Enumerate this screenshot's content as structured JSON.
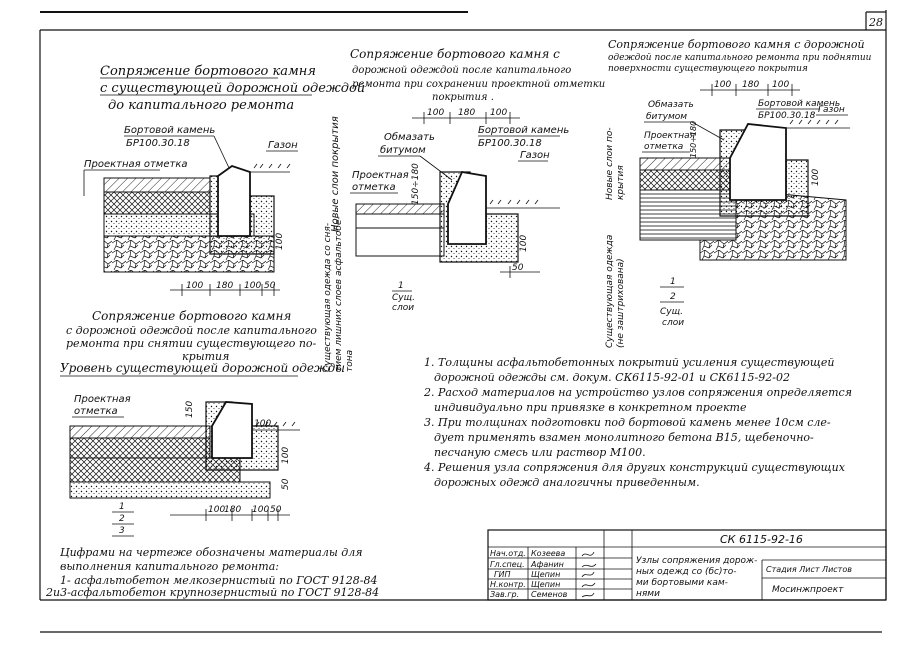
{
  "sheet": {
    "page_number": "28",
    "drawing_code": "СК 6115-92-16"
  },
  "details": {
    "d1": {
      "title": [
        "Сопряжение бортового камня",
        "с существующей дорожной одеждой",
        "до капитального ремонта"
      ],
      "curb": [
        "Бортовой камень",
        "БР100.30.18"
      ],
      "lawn": "Газон",
      "design_mark": "Проектная отметка",
      "new_layers": "Новые слои покрытия",
      "dims_bottom": [
        "100",
        "180",
        "100",
        "50"
      ],
      "dim_v": "100"
    },
    "d2": {
      "title": [
        "Сопряжение бортового камня с",
        "дорожной одеждой после капитального",
        "ремонта при сохранении проектной отметки",
        "покрытия ."
      ],
      "bitumen": [
        "Обмазать",
        "битумом"
      ],
      "curb": [
        "Бортовой камень",
        "БР100.30.18"
      ],
      "lawn": "Газон",
      "design_mark": [
        "Проектная",
        "отметка"
      ],
      "dims_top": [
        "100",
        "180",
        "100"
      ],
      "dim_150": "150÷180",
      "dim_v": "100",
      "dim_50": "50",
      "existing_side": [
        "Существующая одежда со сня-",
        "тием лишних слоев асфальтобе-",
        "тона"
      ],
      "layers": [
        "1",
        "Сущ.",
        "слои"
      ]
    },
    "d3": {
      "title": [
        "Сопряжение бортового камня с дорожной",
        "одеждой после капитального ремонта при поднятии",
        "поверхности существующего покрытия"
      ],
      "bitumen": [
        "Обмазать",
        "битумом"
      ],
      "curb": [
        "Бортовой камень",
        "БР100.30.18"
      ],
      "lawn": "Газон",
      "design_mark": [
        "Проектная",
        "отметка"
      ],
      "new_layers": [
        "Новые слои по-",
        "крытия"
      ],
      "existing": [
        "Существующая одежда",
        "(не заштрихована)"
      ],
      "dims_top": [
        "100",
        "180",
        "100"
      ],
      "dim_150": "150÷180",
      "dim_v": "100",
      "layers": [
        "1",
        "2",
        "Сущ.",
        "слои"
      ]
    },
    "d4": {
      "title": [
        "Сопряжение бортового камня",
        "с дорожной одеждой после капитального",
        "ремонта при снятии существующего по-",
        "крытия"
      ],
      "level": "Уровень существующей дорожной одежды",
      "design_mark": [
        "Проектная",
        "отметка"
      ],
      "dims_bottom": [
        "100",
        "180",
        "100",
        "50"
      ],
      "dim_150": "150",
      "dim_100": "100",
      "dim_v": "100",
      "dim_50": "50",
      "layers": [
        "1",
        "2",
        "3"
      ]
    }
  },
  "notes": [
    [
      "1. Толщины асфальтобетонных покрытий усиления существующей",
      "дорожной одежды см. докум. СК6115-92-01 и СК6115-92-02"
    ],
    [
      "2. Расход материалов на устройство узлов сопряжения определяется",
      "индивидуально при привязке в конкретном проекте"
    ],
    [
      "3. При толщинах подготовки под бортовой камень менее 10см сле-",
      "дует применять взамен монолитного бетона В15, щебеночно-",
      "песчаную смесь или раствор  М100."
    ],
    [
      "4. Решения узла сопряжения для других конструкций существующих",
      "дорожных одежд аналогичны приведенным."
    ]
  ],
  "legend": [
    "Цифрами на чертеже обозначены материалы для",
    "выполнения капитального ремонта:",
    "1- асфальтобетон мелкозернистый по ГОСТ 9128-84",
    "2и3-асфальтобетон крупнозернистый по ГОСТ 9128-84"
  ],
  "title_block": {
    "roles": [
      "Нач.отд.",
      "Гл.спец.",
      "ГИП",
      "Н.контр.",
      "Зав.гр."
    ],
    "names": [
      "Козеева",
      "Афанин",
      "Щепин",
      "Щепин",
      "Семенов"
    ],
    "title_text": [
      "Узлы сопряжения дорож-",
      "ных одежд со (бс)то-",
      "ми бортовыми кам-",
      "нями"
    ],
    "stage_text": "Стадия  Лист  Листов",
    "org_text": "Мосинжпроект"
  }
}
